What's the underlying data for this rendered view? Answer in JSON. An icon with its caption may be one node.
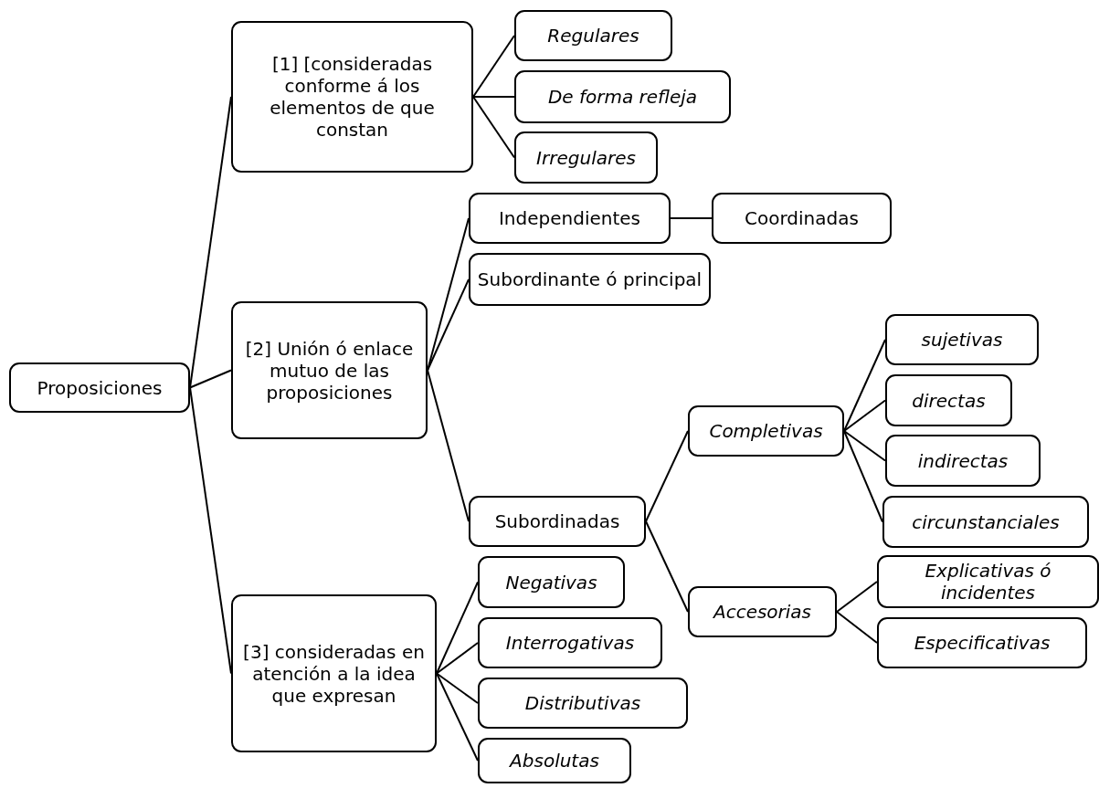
{
  "diagram": {
    "nodes": [
      {
        "text": [
          "Proposiciones"
        ]
      },
      {
        "text": [
          "[1] [consideradas conforme á los elementos de que constan"
        ]
      },
      {
        "text": [
          "Regulares"
        ]
      },
      {
        "text": [
          "De forma refleja"
        ]
      },
      {
        "text": [
          "Irregulares"
        ]
      },
      {
        "text": [
          "[2] Unión ó enlace mutuo de las proposiciones"
        ]
      },
      {
        "text": [
          "Independientes"
        ]
      },
      {
        "text": [
          "Coordinadas"
        ]
      },
      {
        "text": [
          "Subordinante ó principal"
        ]
      },
      {
        "text": [
          "Subordinadas"
        ]
      },
      {
        "text": [
          "Completivas"
        ]
      },
      {
        "text": [
          "sujetivas"
        ]
      },
      {
        "text": [
          "directas"
        ]
      },
      {
        "text": [
          "indirectas"
        ]
      },
      {
        "text": [
          "circunstanciales"
        ]
      },
      {
        "text": [
          "Accesorias"
        ]
      },
      {
        "text": [
          "Explicativas ó incidentes"
        ]
      },
      {
        "text": [
          "Especificativas"
        ]
      },
      {
        "text": [
          "[3] consideradas en atención a la idea que expresan"
        ]
      },
      {
        "text": [
          "Negativas"
        ]
      },
      {
        "text": [
          "Interrogativas"
        ]
      },
      {
        "text": [
          "Distributivas"
        ]
      },
      {
        "text": [
          "Absolutas"
        ]
      }
    ],
    "edges": [
      {
        "from": 0,
        "to": 1,
        "arrow": "none"
      },
      {
        "from": 0,
        "to": 5,
        "arrow": "none"
      },
      {
        "from": 0,
        "to": 18,
        "arrow": "none"
      },
      {
        "from": 1,
        "to": 2,
        "arrow": "none"
      },
      {
        "from": 1,
        "to": 3,
        "arrow": "none"
      },
      {
        "from": 1,
        "to": 4,
        "arrow": "none"
      },
      {
        "from": 5,
        "to": 6,
        "arrow": "none"
      },
      {
        "from": 5,
        "to": 8,
        "arrow": "none"
      },
      {
        "from": 5,
        "to": 9,
        "arrow": "none"
      },
      {
        "from": 6,
        "to": 7,
        "arrow": "none"
      },
      {
        "from": 9,
        "to": 10,
        "arrow": "none"
      },
      {
        "from": 9,
        "to": 15,
        "arrow": "none"
      },
      {
        "from": 10,
        "to": 11,
        "arrow": "none"
      },
      {
        "from": 10,
        "to": 12,
        "arrow": "none"
      },
      {
        "from": 10,
        "to": 13,
        "arrow": "none"
      },
      {
        "from": 10,
        "to": 14,
        "arrow": "none"
      },
      {
        "from": 15,
        "to": 16,
        "arrow": "none"
      },
      {
        "from": 15,
        "to": 17,
        "arrow": "none"
      },
      {
        "from": 18,
        "to": 19,
        "arrow": "none"
      },
      {
        "from": 18,
        "to": 20,
        "arrow": "none"
      },
      {
        "from": 18,
        "to": 21,
        "arrow": "none"
      },
      {
        "from": 18,
        "to": 22,
        "arrow": "none"
      }
    ]
  }
}
